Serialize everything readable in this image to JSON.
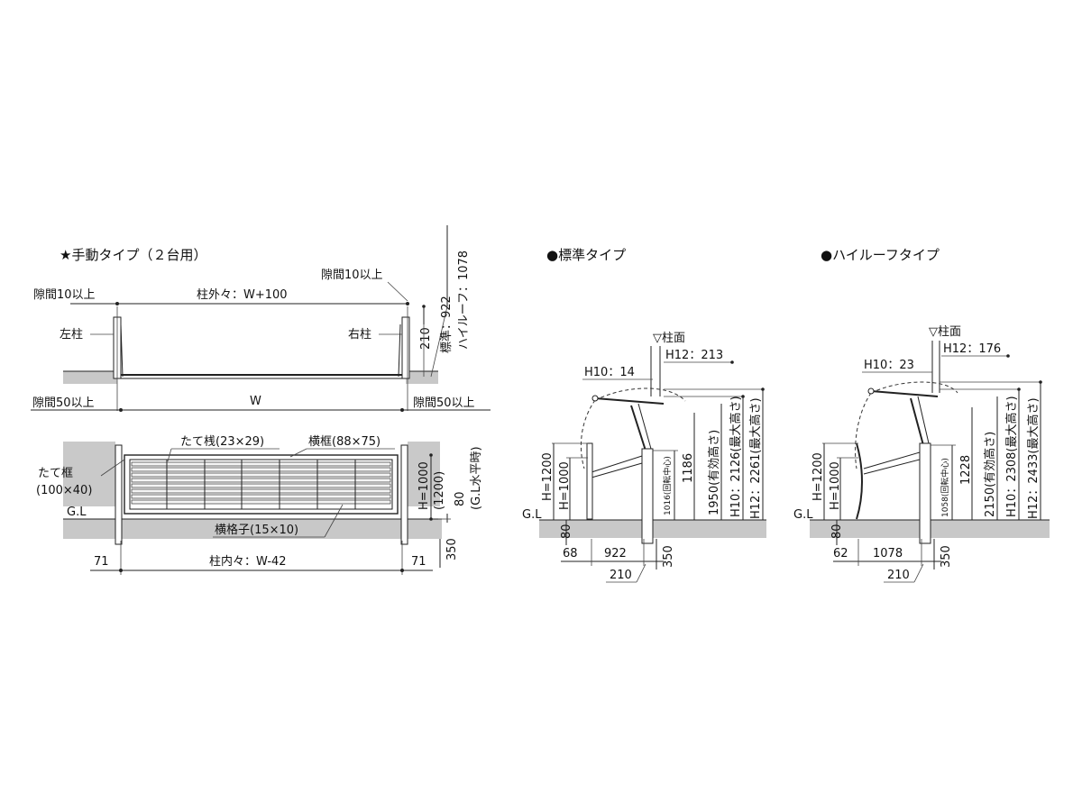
{
  "manual": {
    "heading": "★手動タイプ（２台用）",
    "gap10_left": "隙間10以上",
    "gap10_right": "隙間10以上",
    "post_outer": "柱外々：W+100",
    "left_post": "左柱",
    "right_post": "右柱",
    "gap50_left": "隙間50以上",
    "gap50_right": "隙間50以上",
    "width": "W",
    "dim_210": "210",
    "std_922": "標準：922",
    "high_1078": "ハイルーフ：1078",
    "vertical_bar": "たて桟(23×29)",
    "horiz_frame": "横框(88×75)",
    "vertical_frame_1": "たて框",
    "vertical_frame_2": "(100×40)",
    "gl": "G.L",
    "horiz_lattice": "横格子(15×10)",
    "h1000": "H=1000",
    "h1200": "(1200)",
    "dim_80": "80",
    "gl_level": "(G.L水平時)",
    "dim_350": "350",
    "dim_71_left": "71",
    "dim_71_right": "71",
    "post_inner": "柱内々：W-42"
  },
  "standard": {
    "heading": "●標準タイプ",
    "post_face": "▽柱面",
    "h10": "H10：14",
    "h12": "H12：213",
    "h1200": "H=1200",
    "h1000": "H=1000",
    "pivot": "1016(回転中心)",
    "dim_1186": "1186",
    "effective": "1950(有効高さ)",
    "h10_max": "H10：2126(最大高さ)",
    "h12_max": "H12：2261(最大高さ)",
    "gl": "G.L",
    "dim_80": "80",
    "dim_68": "68",
    "dim_922": "922",
    "dim_210": "210",
    "dim_350": "350"
  },
  "highroof": {
    "heading": "●ハイルーフタイプ",
    "post_face": "▽柱面",
    "h12": "H12：176",
    "h10": "H10：23",
    "h1200": "H=1200",
    "h1000": "H=1000",
    "pivot": "1058(回転中心)",
    "dim_1228": "1228",
    "effective": "2150(有効高さ)",
    "h10_max": "H10：2308(最大高さ)",
    "h12_max": "H12：2433(最大高さ)",
    "gl": "G.L",
    "dim_80": "80",
    "dim_62": "62",
    "dim_1078": "1078",
    "dim_210": "210",
    "dim_350": "350"
  }
}
